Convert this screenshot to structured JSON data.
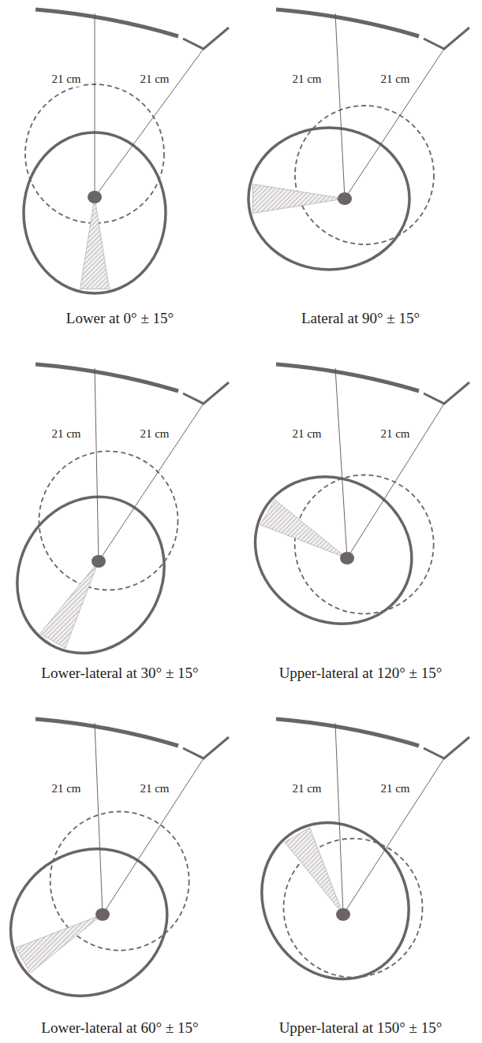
{
  "diagram": {
    "labels": [
      "21 cm",
      "21 cm",
      "Lower at 0° ± 15°",
      "21 cm",
      "21 cm",
      "Lateral at 90° ± 15°",
      "21 cm",
      "21 cm",
      "Lower-lateral at 30° ± 15°",
      "21 cm",
      "21 cm",
      "Upper-lateral at 120° ± 15°",
      "21 cm",
      "21 cm",
      "Lower-lateral at 60° ± 15°",
      "21 cm",
      "21 cm",
      "Upper-lateral at 150° ± 15°"
    ]
  }
}
